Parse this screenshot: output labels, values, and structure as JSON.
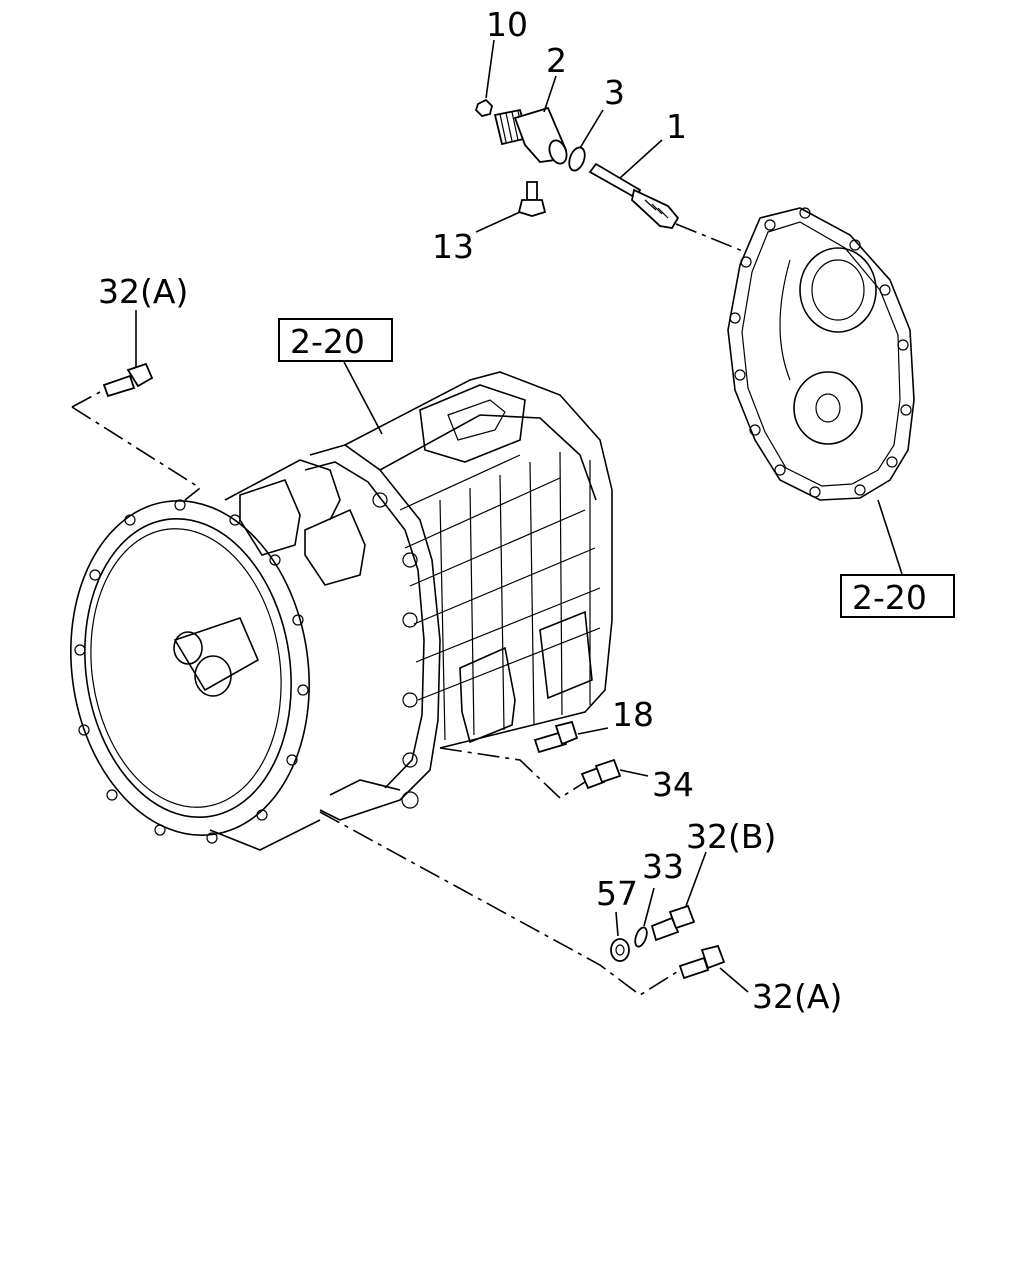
{
  "callouts": {
    "p10": "10",
    "p2": "2",
    "p3": "3",
    "p1": "1",
    "p13": "13",
    "p32a_top": "32(A)",
    "ref_left": "2-20",
    "ref_right": "2-20",
    "p18": "18",
    "p34": "34",
    "p32b": "32(B)",
    "p33": "33",
    "p57": "57",
    "p32a_bottom": "32(A)"
  }
}
